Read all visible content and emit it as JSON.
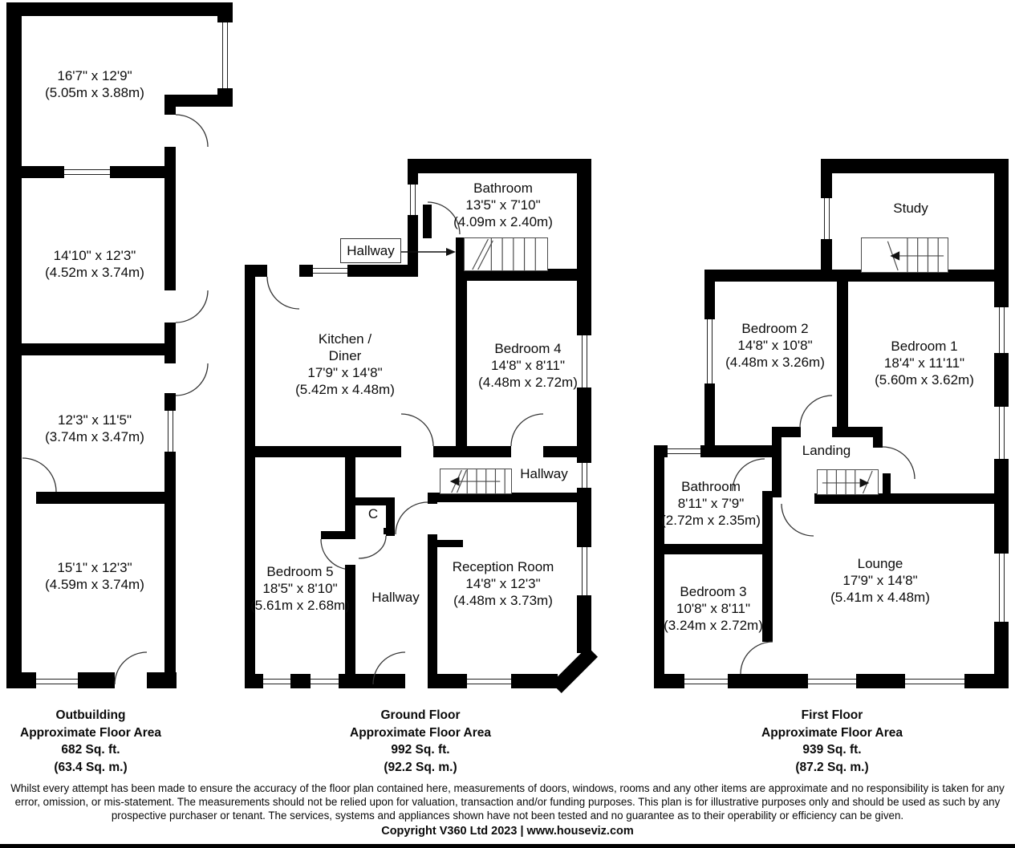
{
  "outbuilding": {
    "rooms": {
      "room1": {
        "imperial": "16'7\" x 12'9\"",
        "metric": "(5.05m x 3.88m)"
      },
      "room2": {
        "imperial": "14'10\" x 12'3\"",
        "metric": "(4.52m x 3.74m)"
      },
      "room3": {
        "imperial": "12'3\" x 11'5\"",
        "metric": "(3.74m x 3.47m)"
      },
      "room4": {
        "imperial": "15'1\" x 12'3\"",
        "metric": "(4.59m x 3.74m)"
      }
    },
    "footer": {
      "title": "Outbuilding",
      "subtitle": "Approximate Floor Area",
      "area_ft": "682 Sq. ft.",
      "area_m": "(63.4 Sq. m.)"
    }
  },
  "ground_floor": {
    "rooms": {
      "bathroom": {
        "name": "Bathroom",
        "imperial": "13'5\" x 7'10\"",
        "metric": "(4.09m x 2.40m)"
      },
      "hallway_top": {
        "name": "Hallway"
      },
      "kitchen": {
        "name": "Kitchen /",
        "name2": "Diner",
        "imperial": "17'9\" x 14'8\"",
        "metric": "(5.42m x 4.48m)"
      },
      "bedroom4": {
        "name": "Bedroom 4",
        "imperial": "14'8\" x 8'11\"",
        "metric": "(4.48m x 2.72m)"
      },
      "hallway_stairs": {
        "name": "Hallway"
      },
      "bedroom5": {
        "name": "Bedroom 5",
        "imperial": "18'5\" x 8'10\"",
        "metric": "(5.61m x 2.68m)"
      },
      "closet": {
        "name": "C"
      },
      "hallway_lower": {
        "name": "Hallway"
      },
      "reception": {
        "name": "Reception Room",
        "imperial": "14'8\" x 12'3\"",
        "metric": "(4.48m x 3.73m)"
      }
    },
    "footer": {
      "title": "Ground Floor",
      "subtitle": "Approximate Floor Area",
      "area_ft": "992 Sq. ft.",
      "area_m": "(92.2 Sq. m.)"
    }
  },
  "first_floor": {
    "rooms": {
      "study": {
        "name": "Study"
      },
      "bedroom2": {
        "name": "Bedroom 2",
        "imperial": "14'8\" x 10'8\"",
        "metric": "(4.48m x 3.26m)"
      },
      "bedroom1": {
        "name": "Bedroom 1",
        "imperial": "18'4\" x 11'11\"",
        "metric": "(5.60m x 3.62m)"
      },
      "landing": {
        "name": "Landing"
      },
      "bathroom": {
        "name": "Bathroom",
        "imperial": "8'11\" x 7'9\"",
        "metric": "(2.72m x 2.35m)"
      },
      "bedroom3": {
        "name": "Bedroom 3",
        "imperial": "10'8\" x 8'11\"",
        "metric": "(3.24m x 2.72m)"
      },
      "lounge": {
        "name": "Lounge",
        "imperial": "17'9\" x 14'8\"",
        "metric": "(5.41m x 4.48m)"
      }
    },
    "footer": {
      "title": "First Floor",
      "subtitle": "Approximate Floor Area",
      "area_ft": "939 Sq. ft.",
      "area_m": "(87.2 Sq. m.)"
    }
  },
  "disclaimer": "Whilst every attempt has been made to ensure the accuracy of the floor plan contained here, measurements of doors, windows, rooms and any other items are approximate and no responsibility is taken for any error, omission, or mis-statement. The measurements should not be relied upon for valuation, transaction and/or funding purposes. This plan is for illustrative purposes only and should be used as such by any prospective purchaser or tenant. The services, systems and appliances shown have not been tested and no guarantee as to their operability or efficiency can be given.",
  "copyright": "Copyright V360 Ltd 2023 | www.houseviz.com",
  "colors": {
    "wall": "#000000",
    "background": "#ffffff",
    "line": "#333333"
  }
}
